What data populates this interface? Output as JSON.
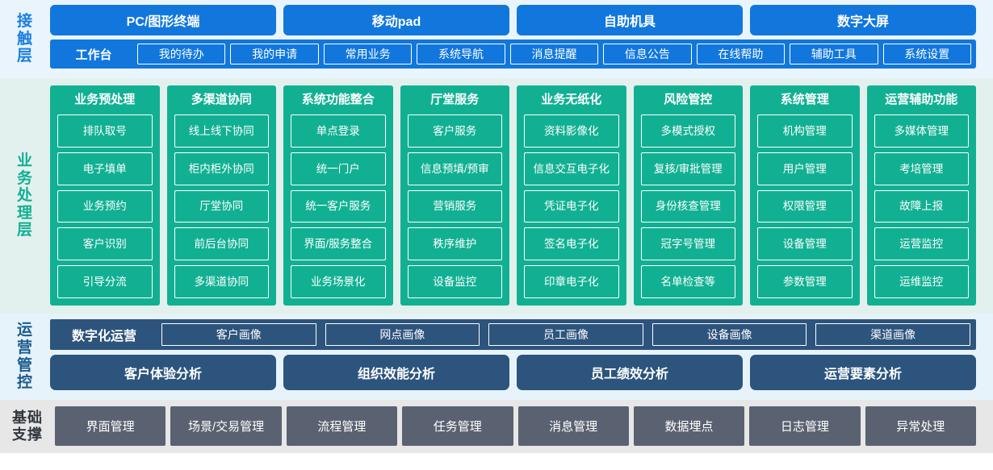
{
  "layers": {
    "contact": {
      "label": "接触层",
      "accent": "#1177dd",
      "channels": [
        {
          "label": "PC/图形终端"
        },
        {
          "label": "移动pad"
        },
        {
          "label": "自助机具"
        },
        {
          "label": "数字大屏"
        }
      ],
      "nav_title": "工作台",
      "nav_items": [
        {
          "label": "我的待办"
        },
        {
          "label": "我的申请"
        },
        {
          "label": "常用业务"
        },
        {
          "label": "系统导航"
        },
        {
          "label": "消息提醒"
        },
        {
          "label": "信息公告"
        },
        {
          "label": "在线帮助"
        },
        {
          "label": "辅助工具"
        },
        {
          "label": "系统设置"
        }
      ]
    },
    "business": {
      "label": "业务处理层",
      "accent": "#12b093",
      "columns": [
        {
          "title": "业务预处理",
          "items": [
            {
              "label": "排队取号"
            },
            {
              "label": "电子填单"
            },
            {
              "label": "业务预约"
            },
            {
              "label": "客户识别"
            },
            {
              "label": "引导分流"
            }
          ]
        },
        {
          "title": "多渠道协同",
          "items": [
            {
              "label": "线上线下协同"
            },
            {
              "label": "柜内柜外协同"
            },
            {
              "label": "厅堂协同"
            },
            {
              "label": "前后台协同"
            },
            {
              "label": "多渠道协同"
            }
          ]
        },
        {
          "title": "系统功能整合",
          "items": [
            {
              "label": "单点登录"
            },
            {
              "label": "统一门户"
            },
            {
              "label": "统一客户服务"
            },
            {
              "label": "界面/服务整合"
            },
            {
              "label": "业务场景化"
            }
          ]
        },
        {
          "title": "厅堂服务",
          "items": [
            {
              "label": "客户服务"
            },
            {
              "label": "信息预填/预审"
            },
            {
              "label": "营销服务"
            },
            {
              "label": "秩序维护"
            },
            {
              "label": "设备监控"
            }
          ]
        },
        {
          "title": "业务无纸化",
          "items": [
            {
              "label": "资料影像化"
            },
            {
              "label": "信息交互电子化"
            },
            {
              "label": "凭证电子化"
            },
            {
              "label": "签名电子化"
            },
            {
              "label": "印章电子化"
            }
          ]
        },
        {
          "title": "风险管控",
          "items": [
            {
              "label": "多模式授权"
            },
            {
              "label": "复核/审批管理"
            },
            {
              "label": "身份核查管理"
            },
            {
              "label": "冠字号管理"
            },
            {
              "label": "名单检查等"
            }
          ]
        },
        {
          "title": "系统管理",
          "items": [
            {
              "label": "机构管理"
            },
            {
              "label": "用户管理"
            },
            {
              "label": "权限管理"
            },
            {
              "label": "设备管理"
            },
            {
              "label": "参数管理"
            }
          ]
        },
        {
          "title": "运营辅助功能",
          "items": [
            {
              "label": "多媒体管理"
            },
            {
              "label": "考培管理"
            },
            {
              "label": "故障上报"
            },
            {
              "label": "运营监控"
            },
            {
              "label": "运维监控"
            }
          ]
        }
      ]
    },
    "operations": {
      "label": "运营管控",
      "accent": "#2d547c",
      "portrait_title": "数字化运营",
      "portraits": [
        {
          "label": "客户画像"
        },
        {
          "label": "网点画像"
        },
        {
          "label": "员工画像"
        },
        {
          "label": "设备画像"
        },
        {
          "label": "渠道画像"
        }
      ],
      "analyses": [
        {
          "label": "客户体验分析"
        },
        {
          "label": "组织效能分析"
        },
        {
          "label": "员工绩效分析"
        },
        {
          "label": "运营要素分析"
        }
      ]
    },
    "foundation": {
      "label": "基础支撑",
      "accent": "#5a6271",
      "items": [
        {
          "label": "界面管理"
        },
        {
          "label": "场景/交易管理"
        },
        {
          "label": "流程管理"
        },
        {
          "label": "任务管理"
        },
        {
          "label": "消息管理"
        },
        {
          "label": "数据埋点"
        },
        {
          "label": "日志管理"
        },
        {
          "label": "异常处理"
        }
      ]
    }
  }
}
